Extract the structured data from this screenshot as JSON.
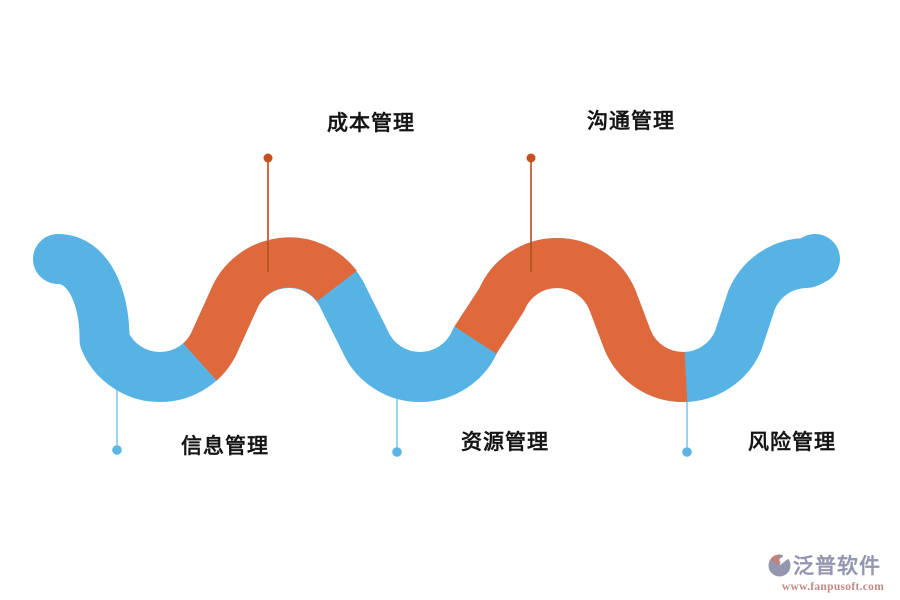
{
  "diagram": {
    "type": "serpentine-process-flow",
    "top_labels": [
      {
        "text": "成本管理"
      },
      {
        "text": "沟通管理"
      }
    ],
    "bottom_labels": [
      {
        "text": "信息管理"
      },
      {
        "text": "资源管理"
      },
      {
        "text": "风险管理"
      }
    ],
    "colors": {
      "wave_blue": "#58b3e5",
      "wave_orange": "#df693a",
      "orange_dot": "#c6501f",
      "orange_stem": "#cb6b4b",
      "orange_stem_overlap": "#b25829",
      "blue_dot": "#5cb5e4",
      "blue_stem": "#85c6ec"
    }
  },
  "watermark": {
    "brand": "泛普软件",
    "url": "www.fanpusoft.com"
  }
}
